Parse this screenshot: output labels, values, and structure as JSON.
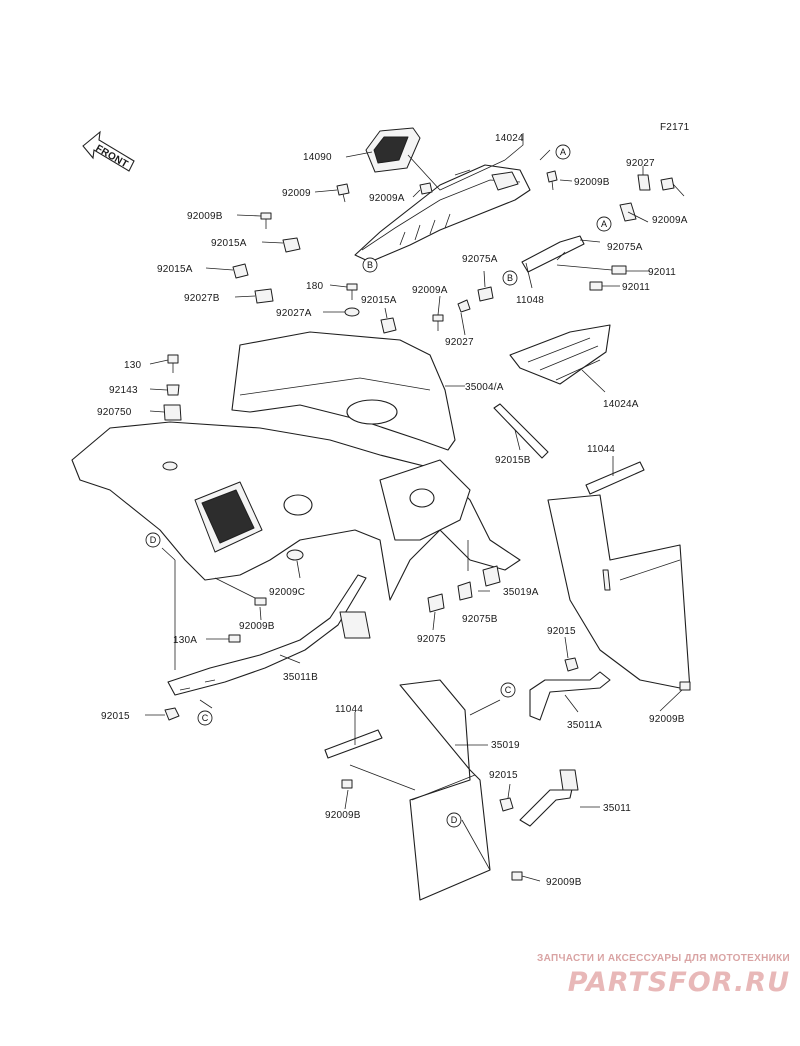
{
  "diagram": {
    "code": "F2171",
    "front_label": "FRONT",
    "parts": {
      "p14024": "14024",
      "p14090": "14090",
      "p92009": "92009",
      "p92009A_1": "92009A",
      "p92009B_1": "92009B",
      "p92027_1": "92027",
      "p92009A_2": "92009A",
      "p92009B_2": "92009B",
      "p92015A_1": "92015A",
      "p92075A_1": "92075A",
      "p92011_1": "92011",
      "p92015A_2": "92015A",
      "p92075A_2": "92075A",
      "p180": "180",
      "p92009A_3": "92009A",
      "p92011_2": "92011",
      "p92027B": "92027B",
      "p92027A": "92027A",
      "p92015A_3": "92015A",
      "p11048": "11048",
      "p92027_2": "92027",
      "p130": "130",
      "p92143": "92143",
      "p35004A": "35004/A",
      "p14024A": "14024A",
      "p92075O": "920750",
      "p92015B": "92015B",
      "p11044_1": "11044",
      "p92009C": "92009C",
      "p35019A": "35019A",
      "p92009B_3": "92009B",
      "p92075B": "92075B",
      "p130A": "130A",
      "p92075": "92075",
      "p92015_1": "92015",
      "p35011B": "35011B",
      "p92015_2": "92015",
      "p35011A": "35011A",
      "p92009B_4": "92009B",
      "p11044_2": "11044",
      "p35019": "35019",
      "p92009B_5": "92009B",
      "p92015_3": "92015",
      "p35011": "35011",
      "p92009B_6": "92009B"
    },
    "refs": {
      "A1": "A",
      "A2": "A",
      "B1": "B",
      "B2": "B",
      "C1": "C",
      "C2": "C",
      "D1": "D",
      "D2": "D"
    }
  },
  "watermark": {
    "caption": "ЗАПЧАСТИ И АКСЕССУАРЫ ДЛЯ МОТОТЕХНИКИ",
    "logo": "PARTSFOR.RU"
  }
}
